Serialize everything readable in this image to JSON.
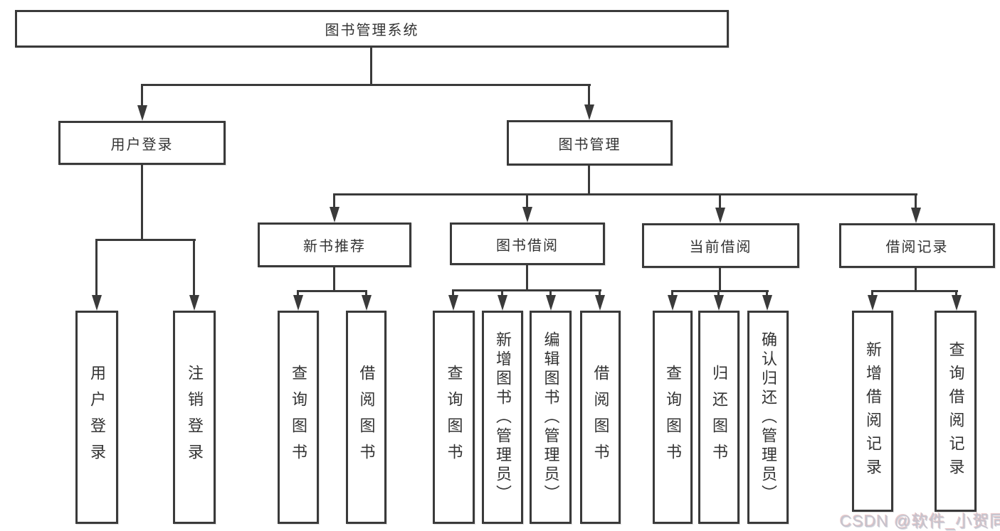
{
  "diagram": {
    "title": "图书管理系统",
    "root": {
      "label": "图书管理系统",
      "children": [
        {
          "label": "用户登录",
          "children": [
            {
              "label": "用户登录"
            },
            {
              "label": "注销登录"
            }
          ]
        },
        {
          "label": "图书管理",
          "children": [
            {
              "label": "新书推荐",
              "children": [
                {
                  "label": "查询图书"
                },
                {
                  "label": "借阅图书"
                }
              ]
            },
            {
              "label": "图书借阅",
              "children": [
                {
                  "label": "查询图书"
                },
                {
                  "label": "新增图书（管理员）"
                },
                {
                  "label": "编辑图书（管理员）"
                },
                {
                  "label": "借阅图书"
                }
              ]
            },
            {
              "label": "当前借阅",
              "children": [
                {
                  "label": "查询图书"
                },
                {
                  "label": "归还图书"
                },
                {
                  "label": "确认归还（管理员）"
                }
              ]
            },
            {
              "label": "借阅记录",
              "children": [
                {
                  "label": "新增借阅记录"
                },
                {
                  "label": "查询借阅记录"
                }
              ]
            }
          ]
        }
      ]
    },
    "colors": {
      "line": "#3a3a3a",
      "text": "#333333",
      "background": "#ffffff",
      "watermark": "#c6c3cd"
    }
  },
  "watermark": {
    "text": "CSDN @软件_小贺同学"
  }
}
